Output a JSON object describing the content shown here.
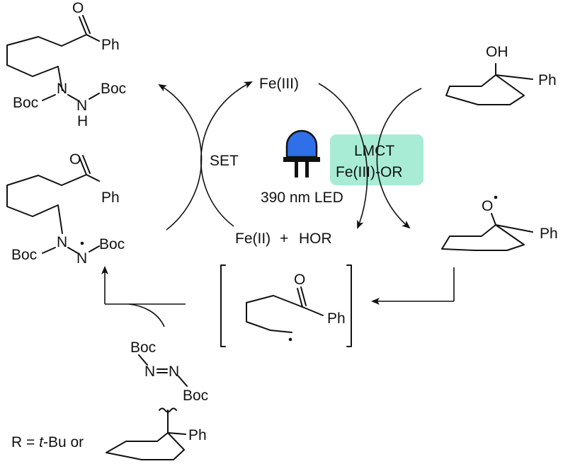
{
  "colors": {
    "lmct_box": "#a8ecd6",
    "led_blue": "#2f6fe8",
    "ink": "#111111"
  },
  "icons": {
    "led": "led-lamp-icon"
  },
  "labels": {
    "fe3": "Fe(III)",
    "set": "SET",
    "lmct_line1": "LMCT",
    "lmct_line2": "Fe(III)-OR",
    "led": "390 nm LED",
    "fe2": "Fe(II)",
    "plus": "+",
    "hor": "HOR",
    "r_def": "R = ",
    "r_tbu_t": "t",
    "r_tbu_rest": "-Bu or"
  },
  "atoms": {
    "O": "O",
    "OH": "OH",
    "Ph": "Ph",
    "N": "N",
    "H": "H",
    "Boc": "Boc"
  }
}
